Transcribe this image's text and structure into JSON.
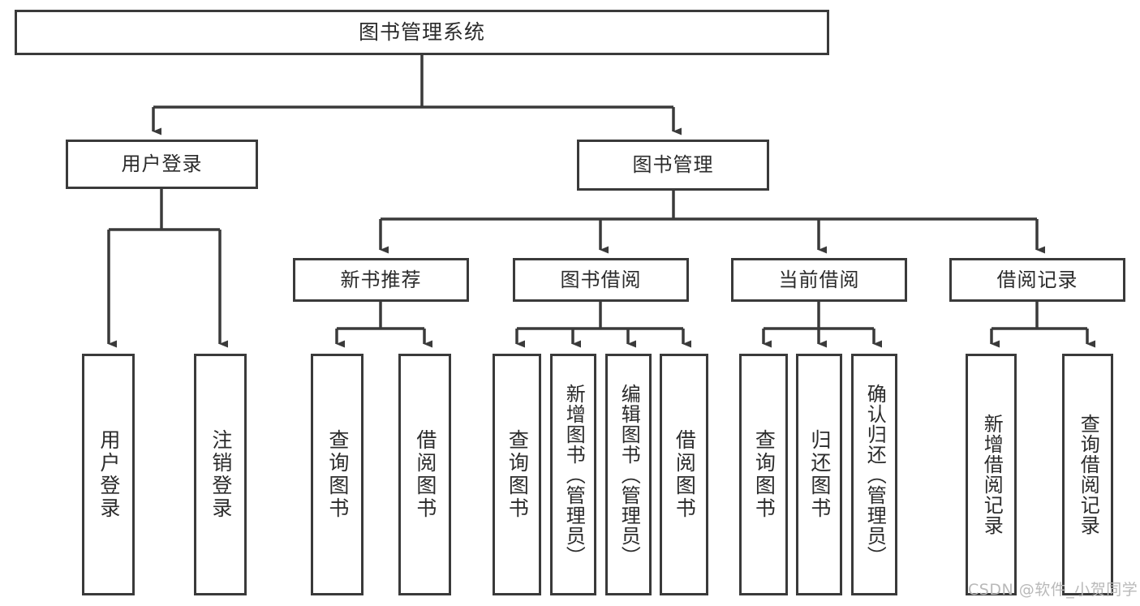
{
  "diagram": {
    "type": "tree-hierarchy",
    "title": "图书管理系统",
    "orientation": "top-down",
    "watermark": "CSDN @软件_小贺同学",
    "colors": {
      "stroke": "#3a3a3a",
      "text": "#2b2b2b",
      "background": "#ffffff",
      "watermark": "#b9b9b9"
    },
    "levels": {
      "level0": "system-root",
      "level1": "modules",
      "level2": "sub-modules",
      "level3": "operations"
    }
  },
  "nodes": {
    "root": {
      "id": "root",
      "label": "图书管理系统",
      "orientation": "horizontal"
    },
    "level1": [
      {
        "id": "user-login",
        "label": "用户登录",
        "orientation": "horizontal"
      },
      {
        "id": "book-management",
        "label": "图书管理",
        "orientation": "horizontal"
      }
    ],
    "level2": [
      {
        "id": "new-book-recommend",
        "label": "新书推荐",
        "orientation": "horizontal",
        "parent": "book-management"
      },
      {
        "id": "book-borrow",
        "label": "图书借阅",
        "orientation": "horizontal",
        "parent": "book-management"
      },
      {
        "id": "current-borrow",
        "label": "当前借阅",
        "orientation": "horizontal",
        "parent": "book-management"
      },
      {
        "id": "borrow-record",
        "label": "借阅记录",
        "orientation": "horizontal",
        "parent": "book-management"
      }
    ],
    "leaves": [
      {
        "id": "leaf-user-login",
        "label": "用户登录",
        "orientation": "vertical",
        "parent": "user-login"
      },
      {
        "id": "leaf-logout",
        "label": "注销登录",
        "orientation": "vertical",
        "parent": "user-login"
      },
      {
        "id": "leaf-query-book-1",
        "label": "查询图书",
        "orientation": "vertical",
        "parent": "new-book-recommend"
      },
      {
        "id": "leaf-borrow-book-1",
        "label": "借阅图书",
        "orientation": "vertical",
        "parent": "new-book-recommend"
      },
      {
        "id": "leaf-query-book-2",
        "label": "查询图书",
        "orientation": "vertical",
        "parent": "book-borrow"
      },
      {
        "id": "leaf-add-book",
        "label": "新增图书（管理员）",
        "orientation": "vertical",
        "parent": "book-borrow"
      },
      {
        "id": "leaf-edit-book",
        "label": "编辑图书（管理员）",
        "orientation": "vertical",
        "parent": "book-borrow"
      },
      {
        "id": "leaf-borrow-book-2",
        "label": "借阅图书",
        "orientation": "vertical",
        "parent": "book-borrow"
      },
      {
        "id": "leaf-query-book-3",
        "label": "查询图书",
        "orientation": "vertical",
        "parent": "current-borrow"
      },
      {
        "id": "leaf-return-book",
        "label": "归还图书",
        "orientation": "vertical",
        "parent": "current-borrow"
      },
      {
        "id": "leaf-confirm-return",
        "label": "确认归还（管理员）",
        "orientation": "vertical",
        "parent": "current-borrow"
      },
      {
        "id": "leaf-add-record",
        "label": "新增借阅记录",
        "orientation": "vertical",
        "parent": "borrow-record"
      },
      {
        "id": "leaf-query-record",
        "label": "查询借阅记录",
        "orientation": "vertical",
        "parent": "borrow-record"
      }
    ]
  }
}
